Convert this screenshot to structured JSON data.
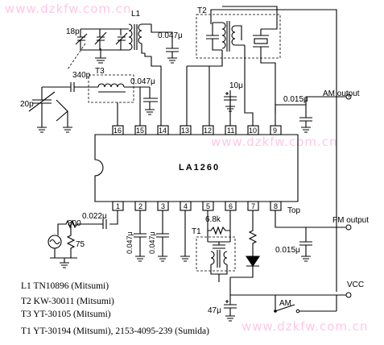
{
  "watermark": {
    "text": "www.dzkfw.com.cn",
    "color": "#ffc8e6"
  },
  "ic": {
    "name": "LA1260",
    "top_pins": [
      "16",
      "15",
      "14",
      "13",
      "12",
      "11",
      "10",
      "9"
    ],
    "bottom_pins": [
      "1",
      "2",
      "3",
      "4",
      "5",
      "6",
      "7",
      "8"
    ],
    "top_label": "Top"
  },
  "components": {
    "l1": "L1",
    "t2": "T2",
    "t3": "T3",
    "t1": "T1",
    "c_18p": "18p",
    "c_340p": "340p",
    "c_20p": "20p",
    "c_047_pin14": "0.047μ",
    "c_047_t3": "0.047μ",
    "c_10u": "10μ",
    "c_0015_am": "0.015μ",
    "c_0022": "0.022μ",
    "r_300": "300",
    "r_75": "75",
    "c_047_pin2": "0.047μ",
    "c_047_pin3": "0.047μ",
    "r_68k": "6.8k",
    "c_0015_fm": "0.015μ",
    "c_47u": "47μ",
    "sw_am": "AM"
  },
  "outputs": {
    "am": "AM output",
    "fm": "FM output",
    "vcc": "VCC"
  },
  "notes": [
    "L1 TN10896 (Mitsumi)",
    "T2 KW-30011 (Mitsumi)",
    "T3 YT-30105 (Mitsumi)",
    "T1 YT-30194 (Mitsumi), 2153-4095-239 (Sumida)"
  ]
}
